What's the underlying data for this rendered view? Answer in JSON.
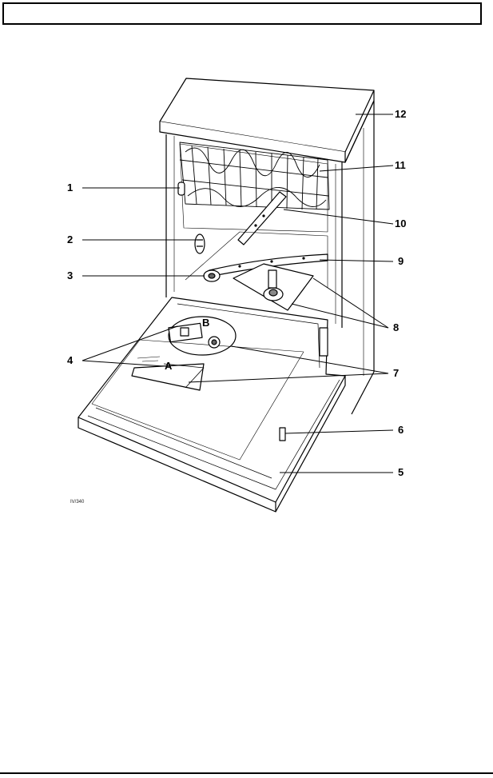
{
  "header": {
    "text": ""
  },
  "diagram": {
    "callouts": [
      "1",
      "2",
      "3",
      "4",
      "5",
      "6",
      "7",
      "8",
      "9",
      "10",
      "11",
      "12"
    ],
    "inline_labels": [
      "A",
      "B"
    ],
    "figure_code": "IV/340",
    "colors": {
      "line": "#000000",
      "background": "#ffffff",
      "panel": "#ffffff"
    }
  }
}
